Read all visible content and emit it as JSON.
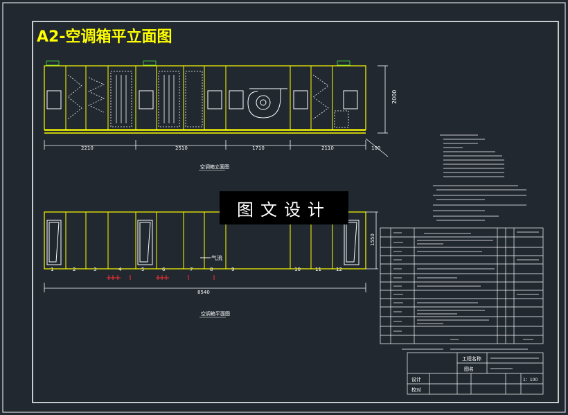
{
  "drawing_title": "A2-空调箱平立面图",
  "elevation": {
    "caption": "空调箱立面图",
    "height_dim": "2000",
    "section_dims": [
      "2210",
      "2510",
      "1710",
      "2110"
    ],
    "base_dim": "100"
  },
  "plan": {
    "caption": "空调箱平面图",
    "height_dim": "1550",
    "total_dim": "8540",
    "airflow_label": "气流",
    "section_numbers": [
      "1",
      "2",
      "3",
      "4",
      "5",
      "6",
      "7",
      "8",
      "9",
      "10",
      "11",
      "12"
    ]
  },
  "watermark": "图文设计",
  "title_block": {
    "project_label": "工程名称",
    "drawing_label": "图名",
    "design_label": "设计",
    "check_label": "校对",
    "scale": "1：100"
  }
}
